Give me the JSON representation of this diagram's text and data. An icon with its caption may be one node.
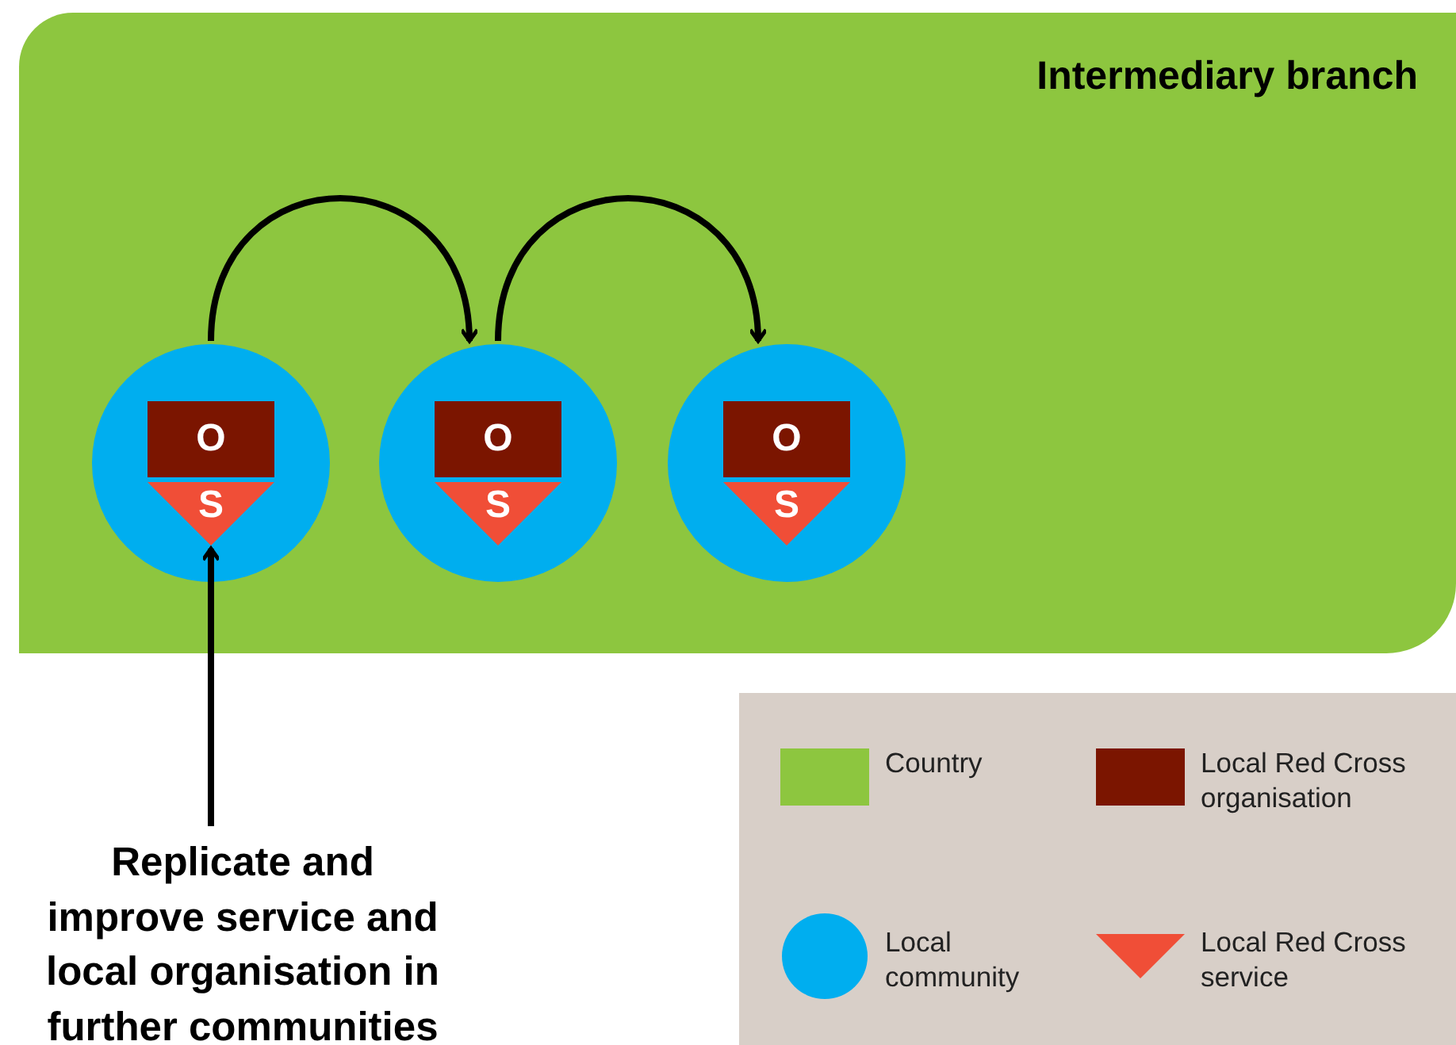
{
  "diagram": {
    "nodes": [
      {
        "text": [
          "Intermediary branch"
        ]
      },
      {
        "text": [],
        "shape": "circle",
        "in": 0
      },
      {
        "text": [
          "O"
        ],
        "in": 1
      },
      {
        "text": [
          "S"
        ],
        "in": 1
      },
      {
        "text": [],
        "shape": "circle",
        "in": 0
      },
      {
        "text": [
          "O"
        ],
        "in": 4
      },
      {
        "text": [
          "S"
        ],
        "in": 4
      },
      {
        "text": [],
        "shape": "circle",
        "in": 0
      },
      {
        "text": [
          "O"
        ],
        "in": 7
      },
      {
        "text": [
          "S"
        ],
        "in": 7
      },
      {
        "text": [
          "Replicate and improve service and local organisation in further communities"
        ]
      }
    ],
    "edges": [
      {
        "from": 1,
        "to": 4,
        "arrow": "to"
      },
      {
        "from": 4,
        "to": 7,
        "arrow": "to"
      },
      {
        "from": 10,
        "to": 3,
        "arrow": "to"
      }
    ],
    "legend": [
      {
        "text": "Country",
        "color": "#8dc63f"
      },
      {
        "text": "Local Red Cross organisation",
        "color": "#7b1500"
      },
      {
        "text": "Local community",
        "color": "#00aeef"
      },
      {
        "text": "Local Red Cross service",
        "color": "#f04e37"
      }
    ]
  }
}
